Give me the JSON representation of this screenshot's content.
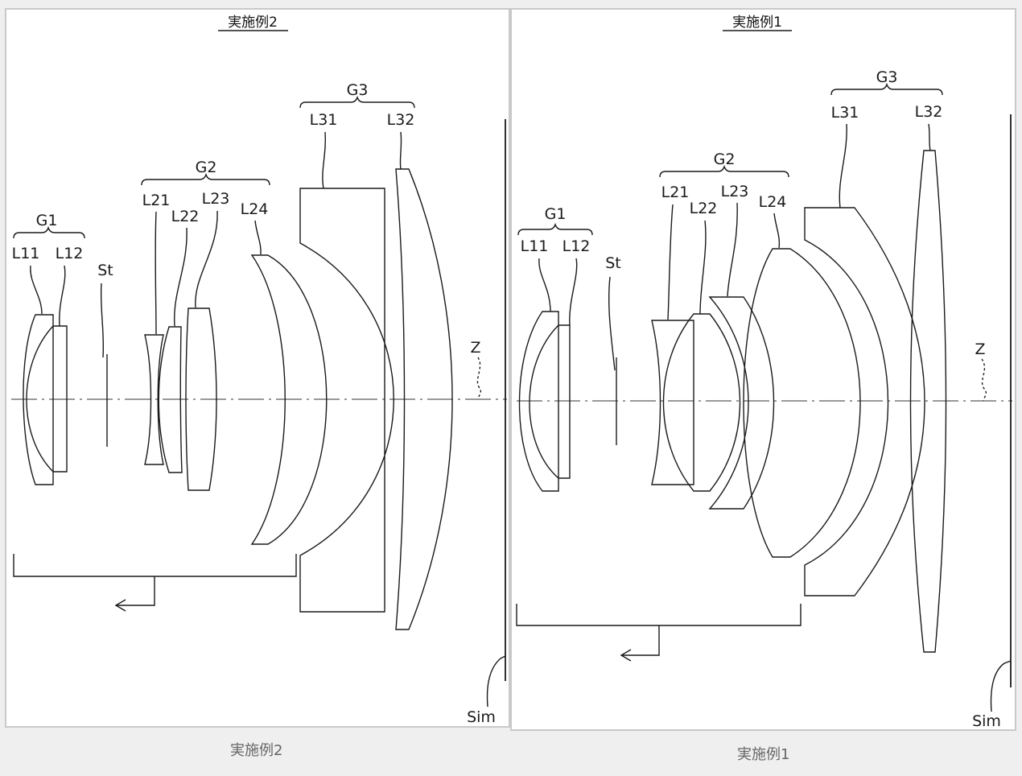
{
  "captions": {
    "left": "実施例2",
    "right": "実施例1"
  },
  "example2": {
    "title": "実施例2",
    "groups": [
      "G1",
      "G2",
      "G3"
    ],
    "lenses": [
      "L11",
      "L12",
      "L21",
      "L22",
      "L23",
      "L24",
      "L31",
      "L32"
    ],
    "stop": "St",
    "axis": "Z",
    "image_plane": "Sim"
  },
  "example1": {
    "title": "実施例1",
    "groups": [
      "G1",
      "G2",
      "G3"
    ],
    "lenses": [
      "L11",
      "L12",
      "L21",
      "L22",
      "L23",
      "L24",
      "L31",
      "L32"
    ],
    "stop": "St",
    "axis": "Z",
    "image_plane": "Sim"
  }
}
